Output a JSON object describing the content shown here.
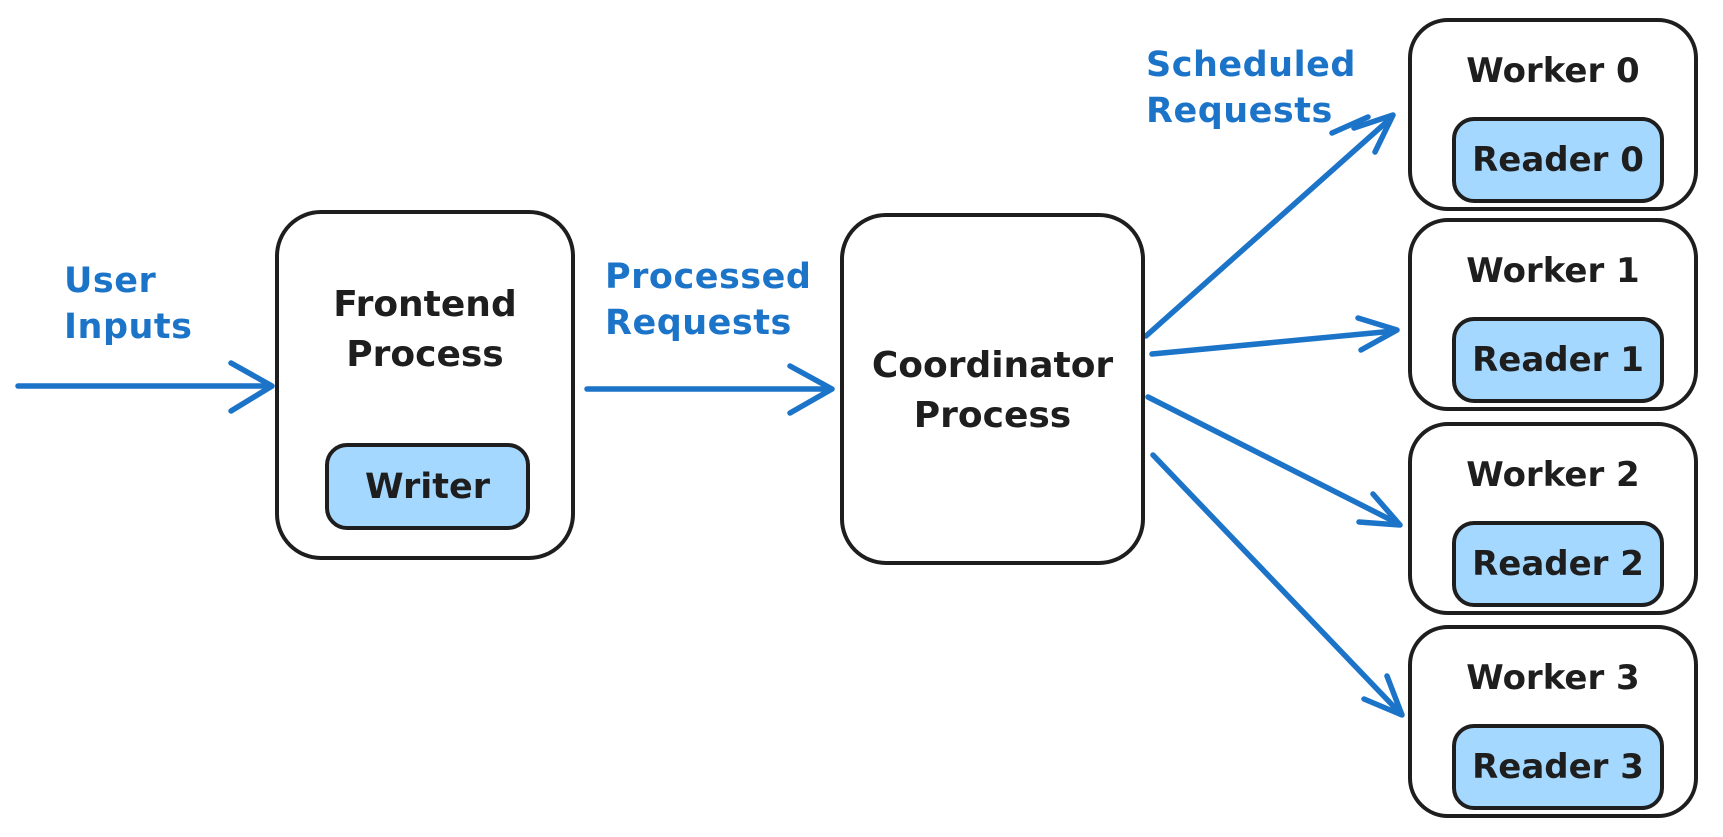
{
  "background": "#ffffff",
  "colors": {
    "ink": "#1e1e1e",
    "blue_accent": "#1c74c9",
    "light_blue_fill": "#a5d8ff"
  },
  "annotations": {
    "user_inputs": "User\nInputs",
    "processed_requests": "Processed\nRequests",
    "scheduled_requests": "Scheduled\nRequests"
  },
  "nodes": {
    "frontend": {
      "label": "Frontend\nProcess",
      "sub": "Writer"
    },
    "coordinator": {
      "label": "Coordinator\nProcess"
    },
    "workers": [
      {
        "label": "Worker 0",
        "reader": "Reader 0"
      },
      {
        "label": "Worker 1",
        "reader": "Reader 1"
      },
      {
        "label": "Worker 2",
        "reader": "Reader 2"
      },
      {
        "label": "Worker 3",
        "reader": "Reader 3"
      }
    ]
  },
  "edges": [
    {
      "from": "user",
      "to": "frontend-process",
      "label": "User Inputs"
    },
    {
      "from": "frontend-process",
      "to": "coordinator-process",
      "label": "Processed Requests"
    },
    {
      "from": "coordinator-process",
      "to": "worker-0",
      "label": "Scheduled Requests"
    },
    {
      "from": "coordinator-process",
      "to": "worker-1",
      "label": "Scheduled Requests"
    },
    {
      "from": "coordinator-process",
      "to": "worker-2",
      "label": "Scheduled Requests"
    },
    {
      "from": "coordinator-process",
      "to": "worker-3",
      "label": "Scheduled Requests"
    }
  ]
}
